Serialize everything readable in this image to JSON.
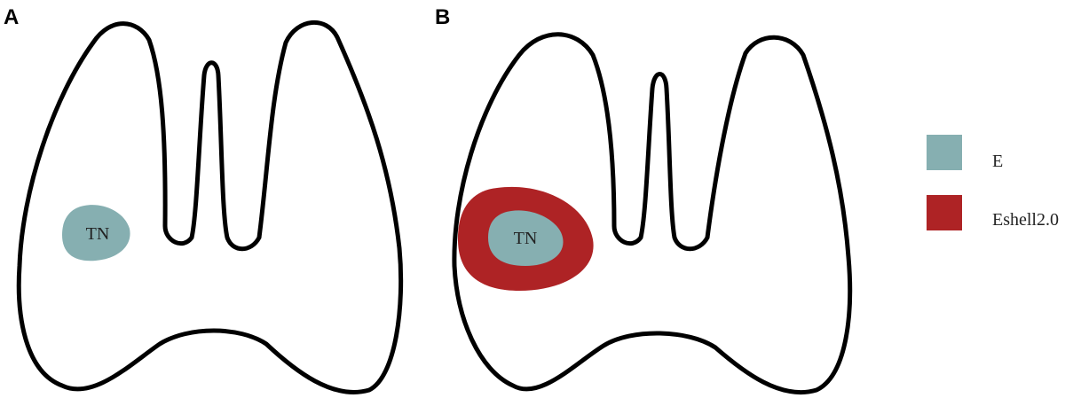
{
  "panels": [
    {
      "label": "A",
      "tumor_label": "TN"
    },
    {
      "label": "B",
      "tumor_label": "TN"
    }
  ],
  "legend": {
    "items": [
      {
        "label": "E",
        "color": "#86AFB1"
      },
      {
        "label": "Eshell2.0",
        "color": "#AE2325"
      }
    ]
  },
  "colors": {
    "outline": "#000000",
    "tumor": "#86AFB1",
    "shell": "#AE2325"
  }
}
